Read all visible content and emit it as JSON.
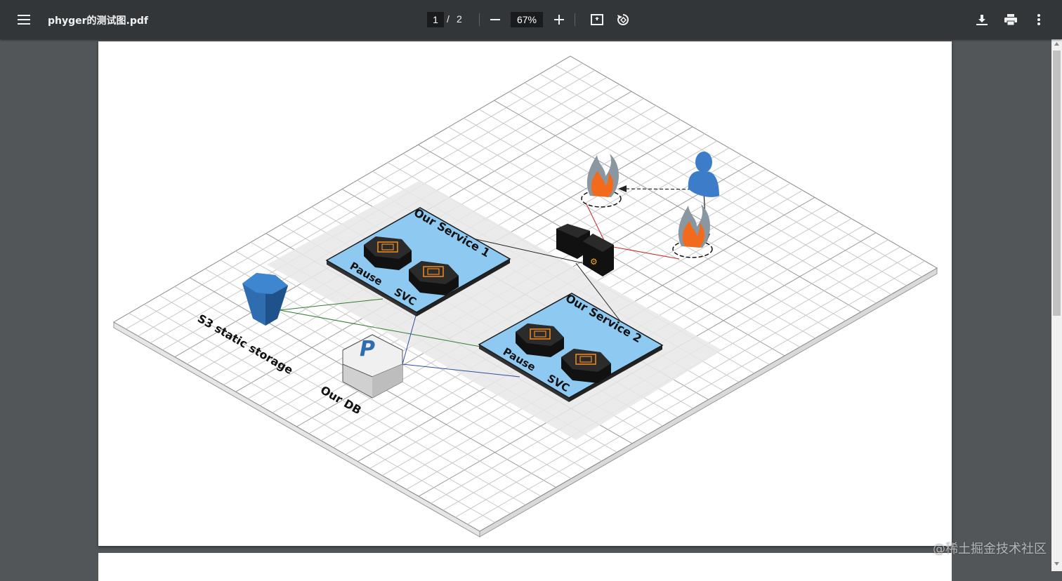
{
  "toolbar": {
    "title": "phyger的测试图.pdf",
    "current_page": "1",
    "page_separator": "/",
    "total_pages": "2",
    "zoom": "67%"
  },
  "diagram": {
    "service1_label": "Our Service 1",
    "service2_label": "Our Service 2",
    "pause_label_1": "Pause",
    "svc_label_1": "SVC",
    "pause_label_2": "Pause",
    "svc_label_2": "SVC",
    "s3_label": "S3 static storage",
    "db_label": "Our DB",
    "db_logo": "P"
  },
  "watermark": "@稀土掘金技术社区",
  "colors": {
    "toolbar": "#323639",
    "viewer_bg": "#525659",
    "service_pad": "#8ec9f2",
    "flame": "#f26b1d",
    "user_icon": "#3d7cc9"
  }
}
